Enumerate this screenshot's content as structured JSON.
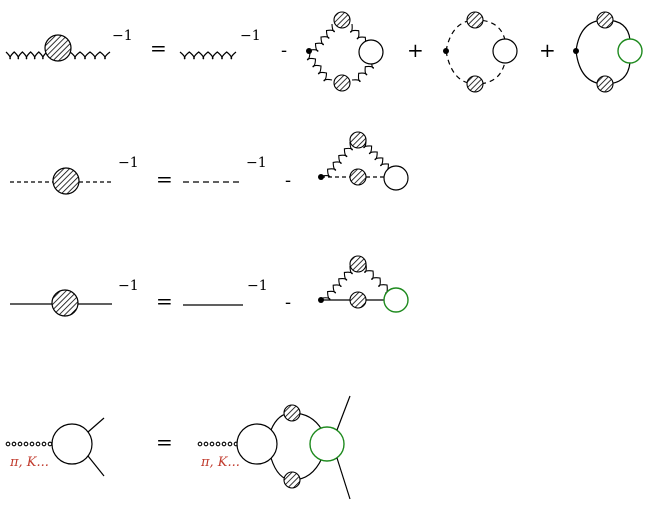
{
  "equations": [
    {
      "id": "gluon-propagator",
      "lhs_exponent": "−1",
      "equals": "=",
      "rhs_exponent": "−1",
      "minus": "-",
      "plus_1": "+",
      "plus_2": "+"
    },
    {
      "id": "ghost-propagator",
      "lhs_exponent": "−1",
      "equals": "=",
      "rhs_exponent": "−1",
      "minus": "-"
    },
    {
      "id": "quark-propagator",
      "lhs_exponent": "−1",
      "equals": "=",
      "rhs_exponent": "−1",
      "minus": "-"
    },
    {
      "id": "bound-state-vertex",
      "equals": "=",
      "meson_label_left": "π, K...",
      "meson_label_right": "π, K..."
    }
  ],
  "colors": {
    "line": "#000000",
    "quark_meson_vertex": "#1e8a1e",
    "meson_label": "#c0392b"
  }
}
